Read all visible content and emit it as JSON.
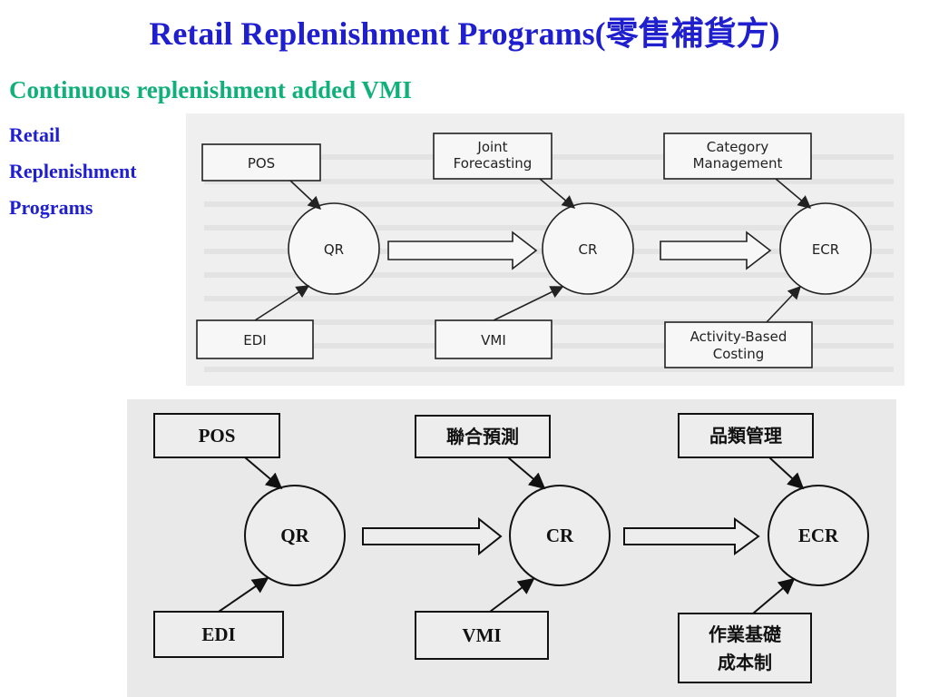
{
  "slide": {
    "title": "Retail Replenishment Programs(零售補貨方)",
    "subtitle": "Continuous replenishment added VMI",
    "side_labels": [
      "Retail",
      "Replenishment",
      "Programs"
    ]
  },
  "diagram_english": {
    "top_boxes": [
      "POS",
      "Joint Forecasting",
      "Category Management"
    ],
    "top_box_lines": [
      [
        "POS"
      ],
      [
        "Joint",
        "Forecasting"
      ],
      [
        "Category",
        "Management"
      ]
    ],
    "circles": [
      "QR",
      "CR",
      "ECR"
    ],
    "bottom_boxes": [
      "EDI",
      "VMI",
      "Activity-Based Costing"
    ],
    "bottom_box_lines": [
      [
        "EDI"
      ],
      [
        "VMI"
      ],
      [
        "Activity-Based",
        "Costing"
      ]
    ]
  },
  "diagram_chinese": {
    "top_boxes": [
      "POS",
      "聯合預測",
      "品類管理"
    ],
    "circles": [
      "QR",
      "CR",
      "ECR"
    ],
    "bottom_boxes": [
      "EDI",
      "VMI",
      "作業基礎成本制"
    ],
    "bottom_box_lines": [
      [
        "EDI"
      ],
      [
        "VMI"
      ],
      [
        "作業基礎",
        "成本制"
      ]
    ]
  },
  "colors": {
    "title": "#1f1fcf",
    "subtitle": "#10b07a",
    "side_labels": "#1f1fcf"
  }
}
